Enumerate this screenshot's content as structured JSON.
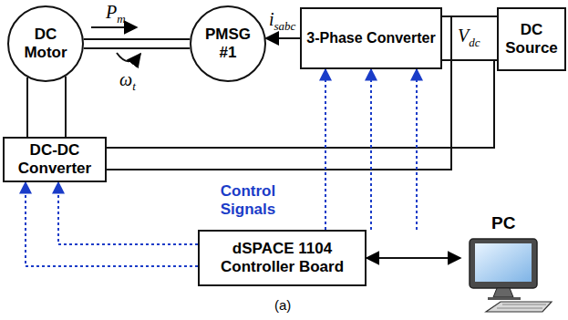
{
  "diagram": {
    "caption": "(a)",
    "nodes": [
      {
        "text": [
          "DC Motor"
        ]
      },
      {
        "text": [
          "PMSG #1"
        ]
      },
      {
        "text": [
          "3-Phase Converter"
        ]
      },
      {
        "text": [
          "DC Source"
        ]
      },
      {
        "text": [
          "DC-DC Converter"
        ]
      },
      {
        "text": [
          "dSPACE 1104 Controller Board"
        ]
      },
      {
        "text": [
          "PC"
        ]
      }
    ],
    "edges": [
      {
        "from": 0,
        "to": 1,
        "arrow": "none"
      },
      {
        "from": 2,
        "to": 1,
        "arrow": "to"
      },
      {
        "from": 2,
        "to": 3,
        "arrow": "none"
      },
      {
        "from": 2,
        "to": 3,
        "arrow": "none"
      },
      {
        "from": 4,
        "to": 0,
        "arrow": "none"
      },
      {
        "from": 4,
        "to": 0,
        "arrow": "none"
      },
      {
        "from": 5,
        "to": 2,
        "arrow": "to"
      },
      {
        "from": 5,
        "to": 2,
        "arrow": "to"
      },
      {
        "from": 5,
        "to": 2,
        "arrow": "to"
      },
      {
        "from": 5,
        "to": 4,
        "arrow": "to"
      },
      {
        "from": 5,
        "to": 4,
        "arrow": "to"
      },
      {
        "from": 5,
        "to": 6,
        "arrow": "both"
      }
    ],
    "labels": [
      "P",
      "m",
      "ω",
      "t",
      "i",
      "sabc",
      "V",
      "dc",
      "Control Signals"
    ]
  }
}
